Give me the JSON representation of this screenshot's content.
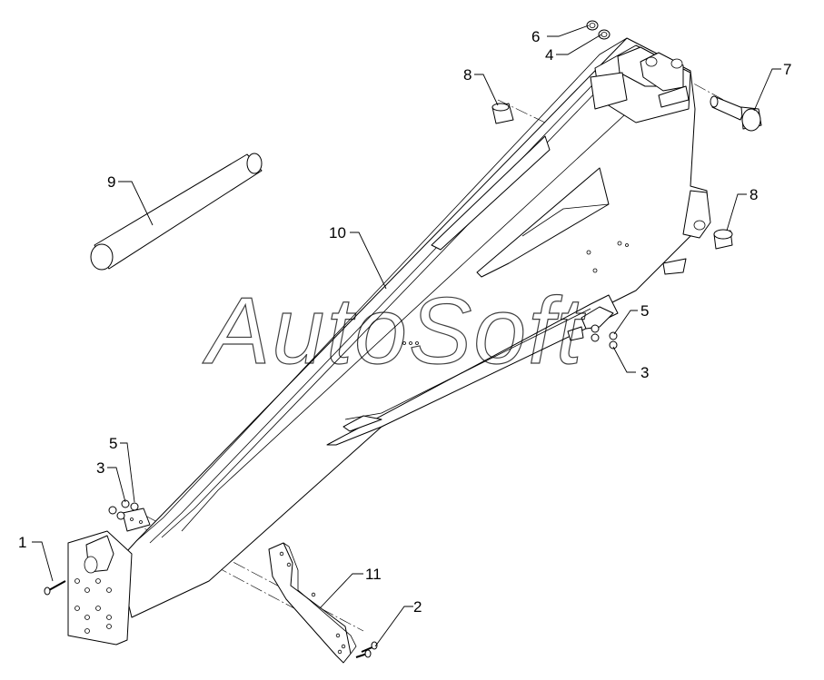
{
  "watermark": "AutoSoft",
  "callouts": [
    {
      "id": "c1",
      "label": "1"
    },
    {
      "id": "c2",
      "label": "2"
    },
    {
      "id": "c3a",
      "label": "3"
    },
    {
      "id": "c3b",
      "label": "3"
    },
    {
      "id": "c4",
      "label": "4"
    },
    {
      "id": "c5a",
      "label": "5"
    },
    {
      "id": "c5b",
      "label": "5"
    },
    {
      "id": "c6",
      "label": "6"
    },
    {
      "id": "c7",
      "label": "7"
    },
    {
      "id": "c8a",
      "label": "8"
    },
    {
      "id": "c8b",
      "label": "8"
    },
    {
      "id": "c9",
      "label": "9"
    },
    {
      "id": "c10",
      "label": "10"
    },
    {
      "id": "c11",
      "label": "11"
    }
  ],
  "colors": {
    "line": "#000000",
    "background": "#ffffff"
  }
}
